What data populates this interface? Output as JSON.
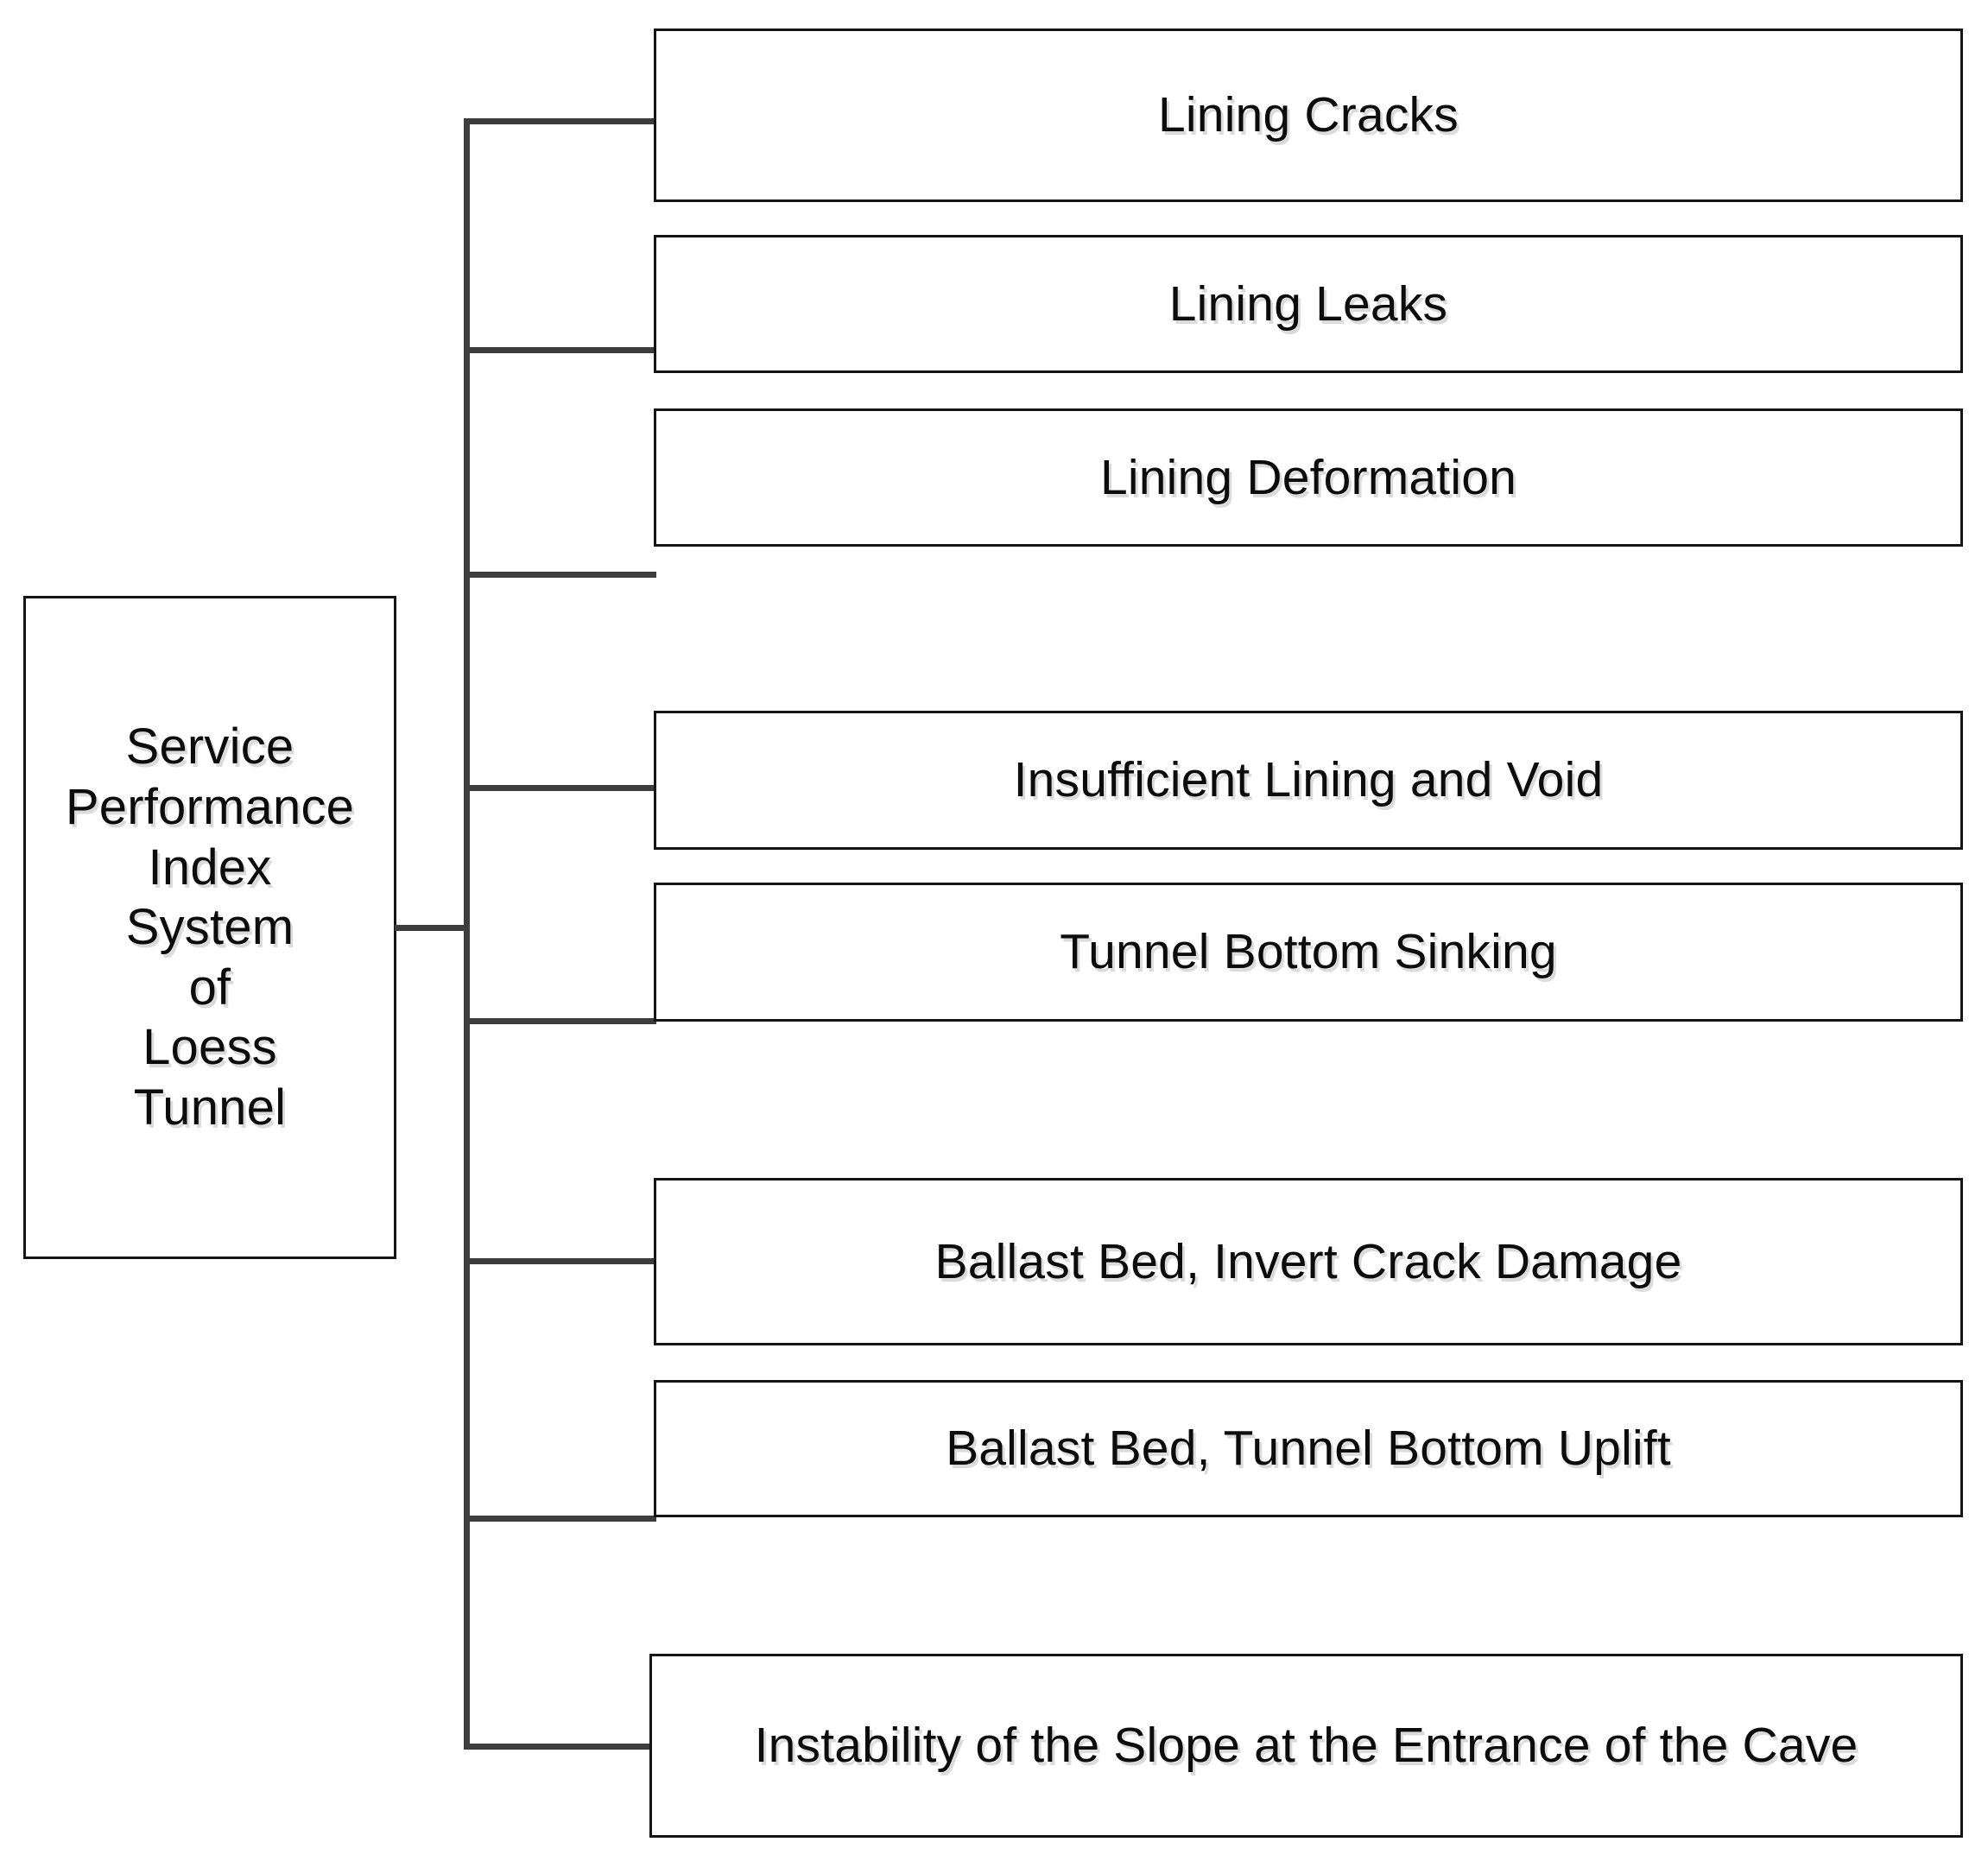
{
  "diagram": {
    "type": "horizontal-tree",
    "title_text": "Service Performance Index System of Loess Tunnel",
    "root": {
      "label": "Service\nPerformance\nIndex\nSystem\nof\nLoess\nTunnel",
      "name": "root-node"
    },
    "colors": {
      "box_border": "#151515",
      "connector": "#3d3d3d",
      "text": "#0c0c0c",
      "background": "#ffffff",
      "text_shadow": "#bebebe"
    },
    "leaves": [
      {
        "label": "Lining Cracks"
      },
      {
        "label": "Lining Leaks"
      },
      {
        "label": "Lining Deformation"
      },
      {
        "label": "Insufficient Lining and Void"
      },
      {
        "label": "Tunnel Bottom Sinking"
      },
      {
        "label": "Ballast Bed, Invert Crack Damage"
      },
      {
        "label": "Ballast Bed, Tunnel Bottom Uplift"
      },
      {
        "label": "Instability of the Slope at the Entrance of the Cave"
      }
    ]
  }
}
